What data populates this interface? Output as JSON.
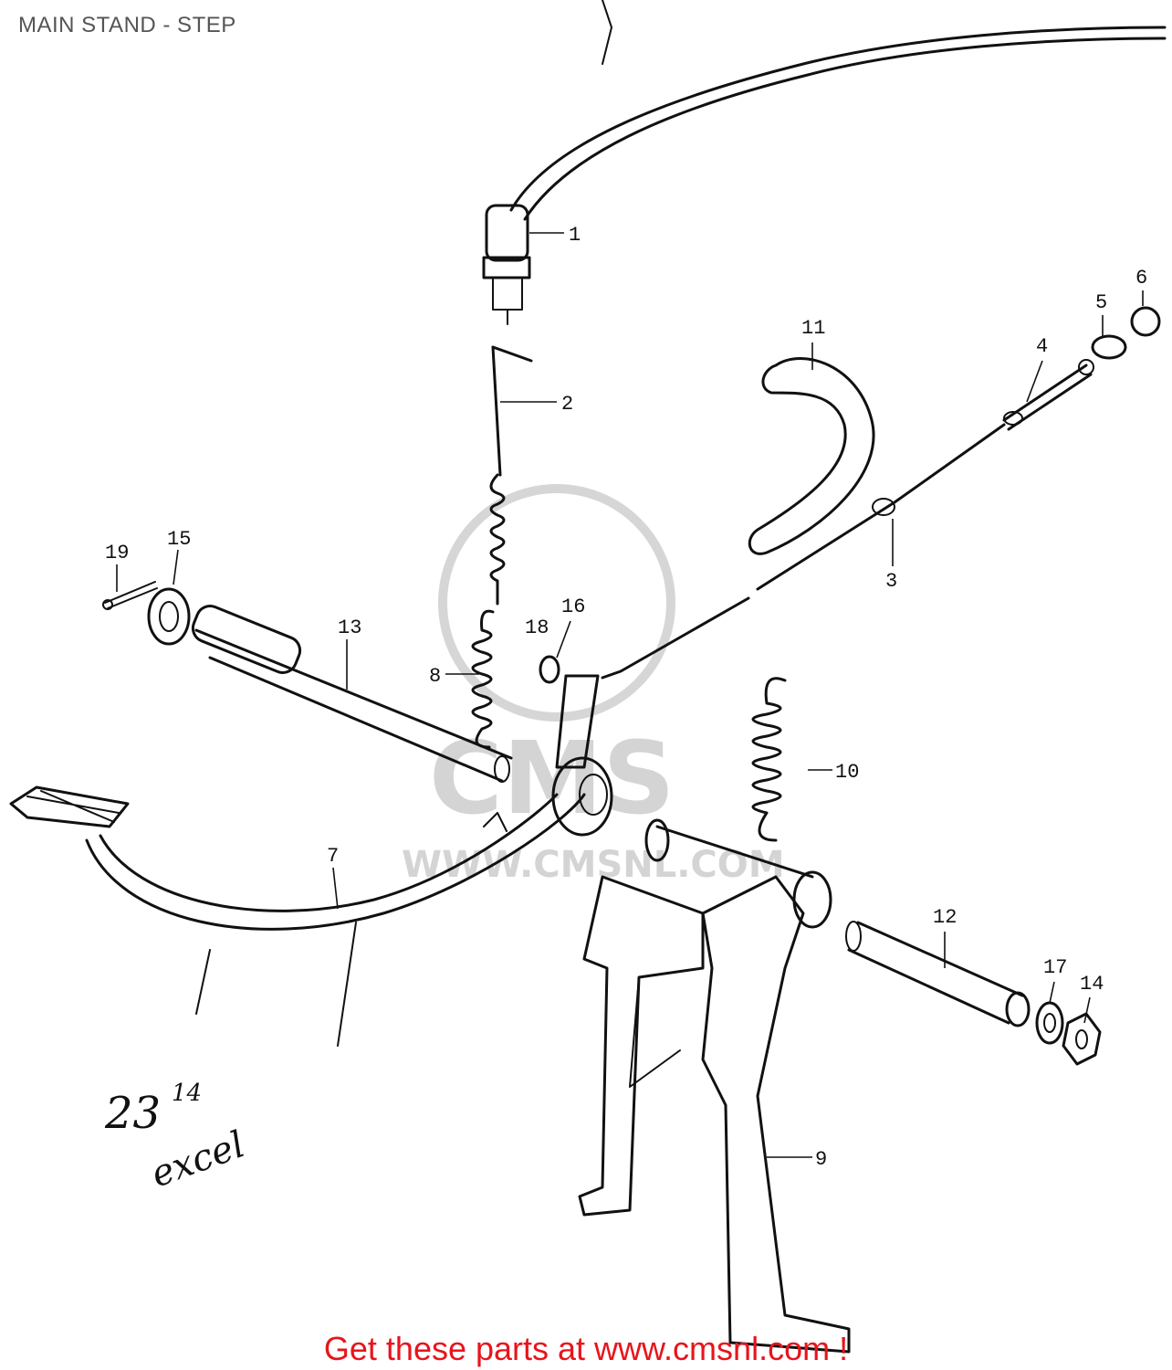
{
  "title": "MAIN STAND - STEP",
  "parts": [
    {
      "id": "1",
      "label": "1"
    },
    {
      "id": "2",
      "label": "2"
    },
    {
      "id": "3",
      "label": "3"
    },
    {
      "id": "4",
      "label": "4"
    },
    {
      "id": "5",
      "label": "5"
    },
    {
      "id": "6",
      "label": "6"
    },
    {
      "id": "7",
      "label": "7"
    },
    {
      "id": "8",
      "label": "8"
    },
    {
      "id": "9",
      "label": "9"
    },
    {
      "id": "10",
      "label": "10"
    },
    {
      "id": "11",
      "label": "11"
    },
    {
      "id": "12",
      "label": "12"
    },
    {
      "id": "13",
      "label": "13"
    },
    {
      "id": "14",
      "label": "14"
    },
    {
      "id": "15",
      "label": "15"
    },
    {
      "id": "16",
      "label": "16"
    },
    {
      "id": "17",
      "label": "17"
    },
    {
      "id": "18",
      "label": "18"
    },
    {
      "id": "19",
      "label": "19"
    }
  ],
  "handwritten_note": {
    "line1": "23",
    "superscript": "14",
    "line2": "excel"
  },
  "watermark": {
    "text": "CMS",
    "url": "WWW.CMSNL.COM"
  },
  "footer": {
    "text": "Get these parts at www.cmsnl.com !"
  },
  "colors": {
    "footer": "#e8141c",
    "title": "#555555",
    "ink": "#111111",
    "watermark": "#d4d4d4"
  }
}
